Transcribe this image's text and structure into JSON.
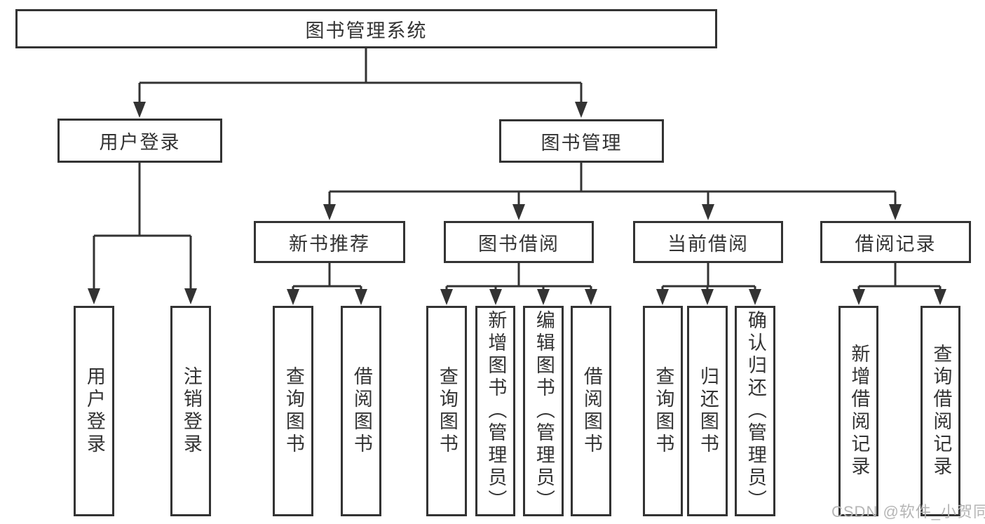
{
  "theme": {
    "line_color": "#333333",
    "text_color": "#333333",
    "background_color": "#ffffff",
    "watermark_color": "#b5b5b5"
  },
  "watermark": {
    "text": "CSDN @软件_小贺同学"
  },
  "tree": {
    "label": "图书管理系统",
    "children": [
      {
        "label": "用户登录",
        "children": [
          {
            "label": "用户登录"
          },
          {
            "label": "注销登录"
          }
        ]
      },
      {
        "label": "图书管理",
        "children": [
          {
            "label": "新书推荐",
            "children": [
              {
                "label": "查询图书"
              },
              {
                "label": "借阅图书"
              }
            ]
          },
          {
            "label": "图书借阅",
            "children": [
              {
                "label": "查询图书"
              },
              {
                "label": "新增图书（管理员）"
              },
              {
                "label": "编辑图书（管理员）"
              },
              {
                "label": "借阅图书"
              }
            ]
          },
          {
            "label": "当前借阅",
            "children": [
              {
                "label": "查询图书"
              },
              {
                "label": "归还图书"
              },
              {
                "label": "确认归还（管理员）"
              }
            ]
          },
          {
            "label": "借阅记录",
            "children": [
              {
                "label": "新增借阅记录"
              },
              {
                "label": "查询借阅记录"
              }
            ]
          }
        ]
      }
    ]
  }
}
